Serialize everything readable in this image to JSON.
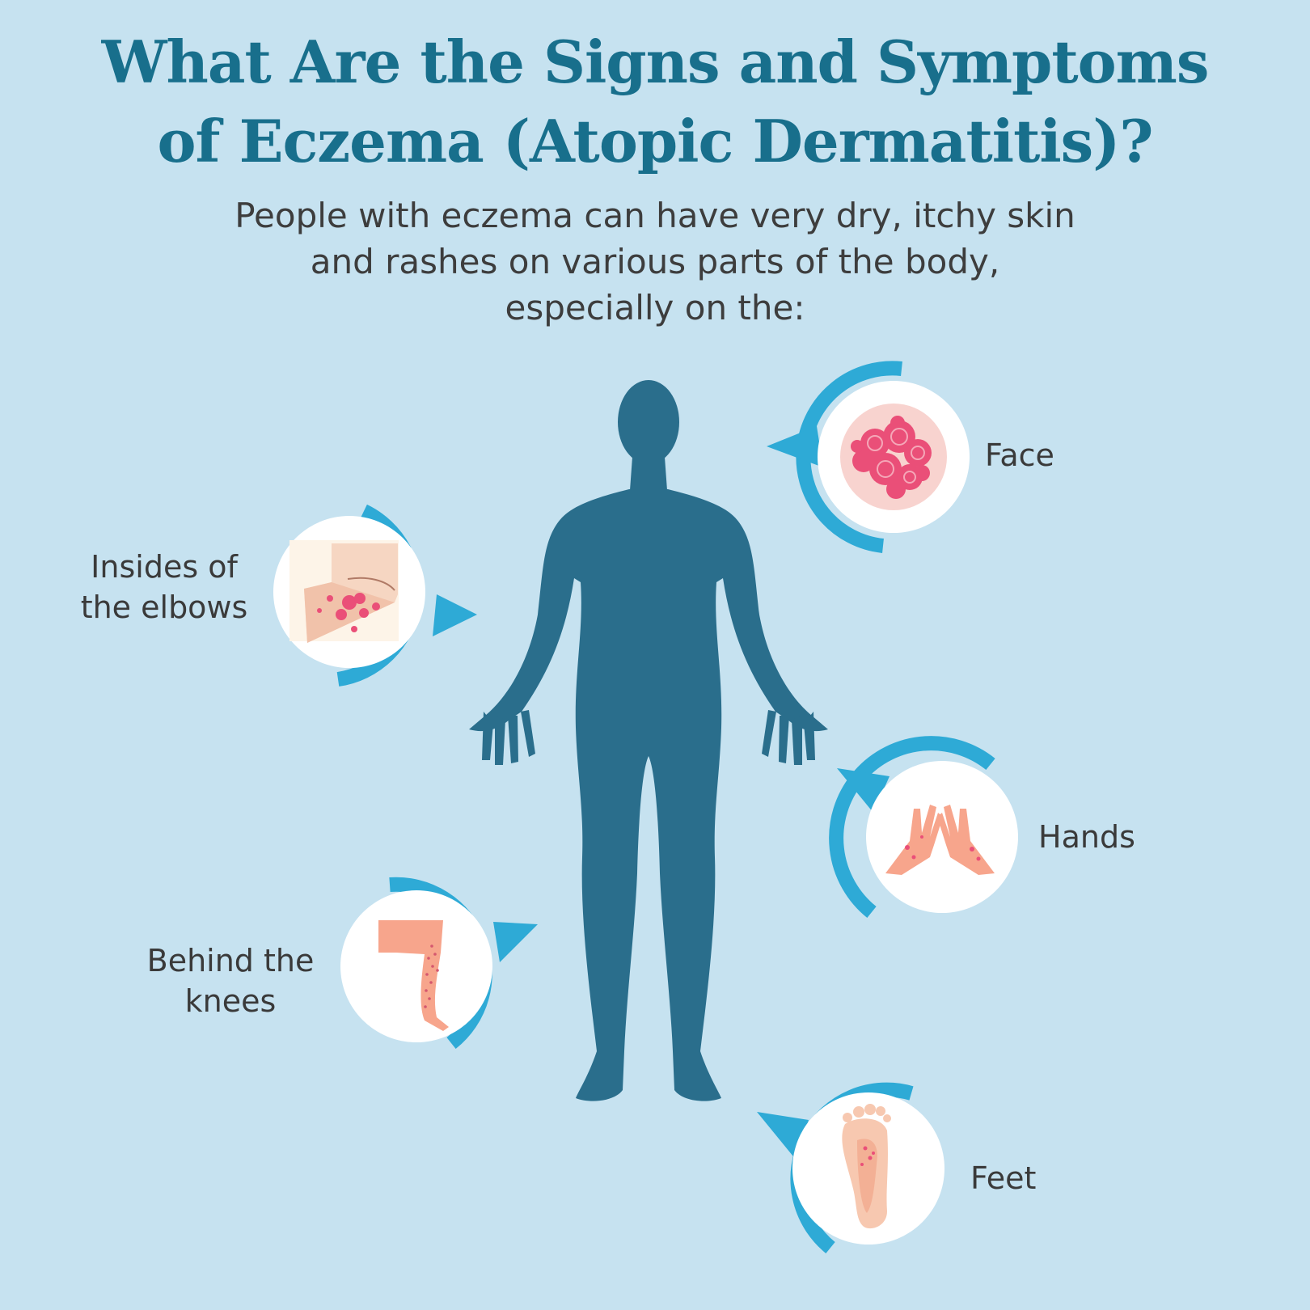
{
  "title": {
    "line1": "What Are the Signs and Symptoms",
    "line2": "of Eczema (Atopic Dermatitis)?"
  },
  "intro": {
    "line1": "People with eczema can have very dry, itchy skin",
    "line2": "and rashes on various parts of the body,",
    "line3": "especially on the:"
  },
  "areas": {
    "face": "Face",
    "elbows_line1": "Insides of",
    "elbows_line2": "the elbows",
    "hands": "Hands",
    "knees_line1": "Behind the",
    "knees_line2": "knees",
    "feet": "Feet"
  },
  "colors": {
    "background": "#c6e2f0",
    "title": "#186f8c",
    "body_text": "#3d3d3d",
    "silhouette": "#2a6e8c",
    "accent_ring": "#2eaad6",
    "skin": "#f7a58c",
    "rash": "#ea4f78"
  }
}
